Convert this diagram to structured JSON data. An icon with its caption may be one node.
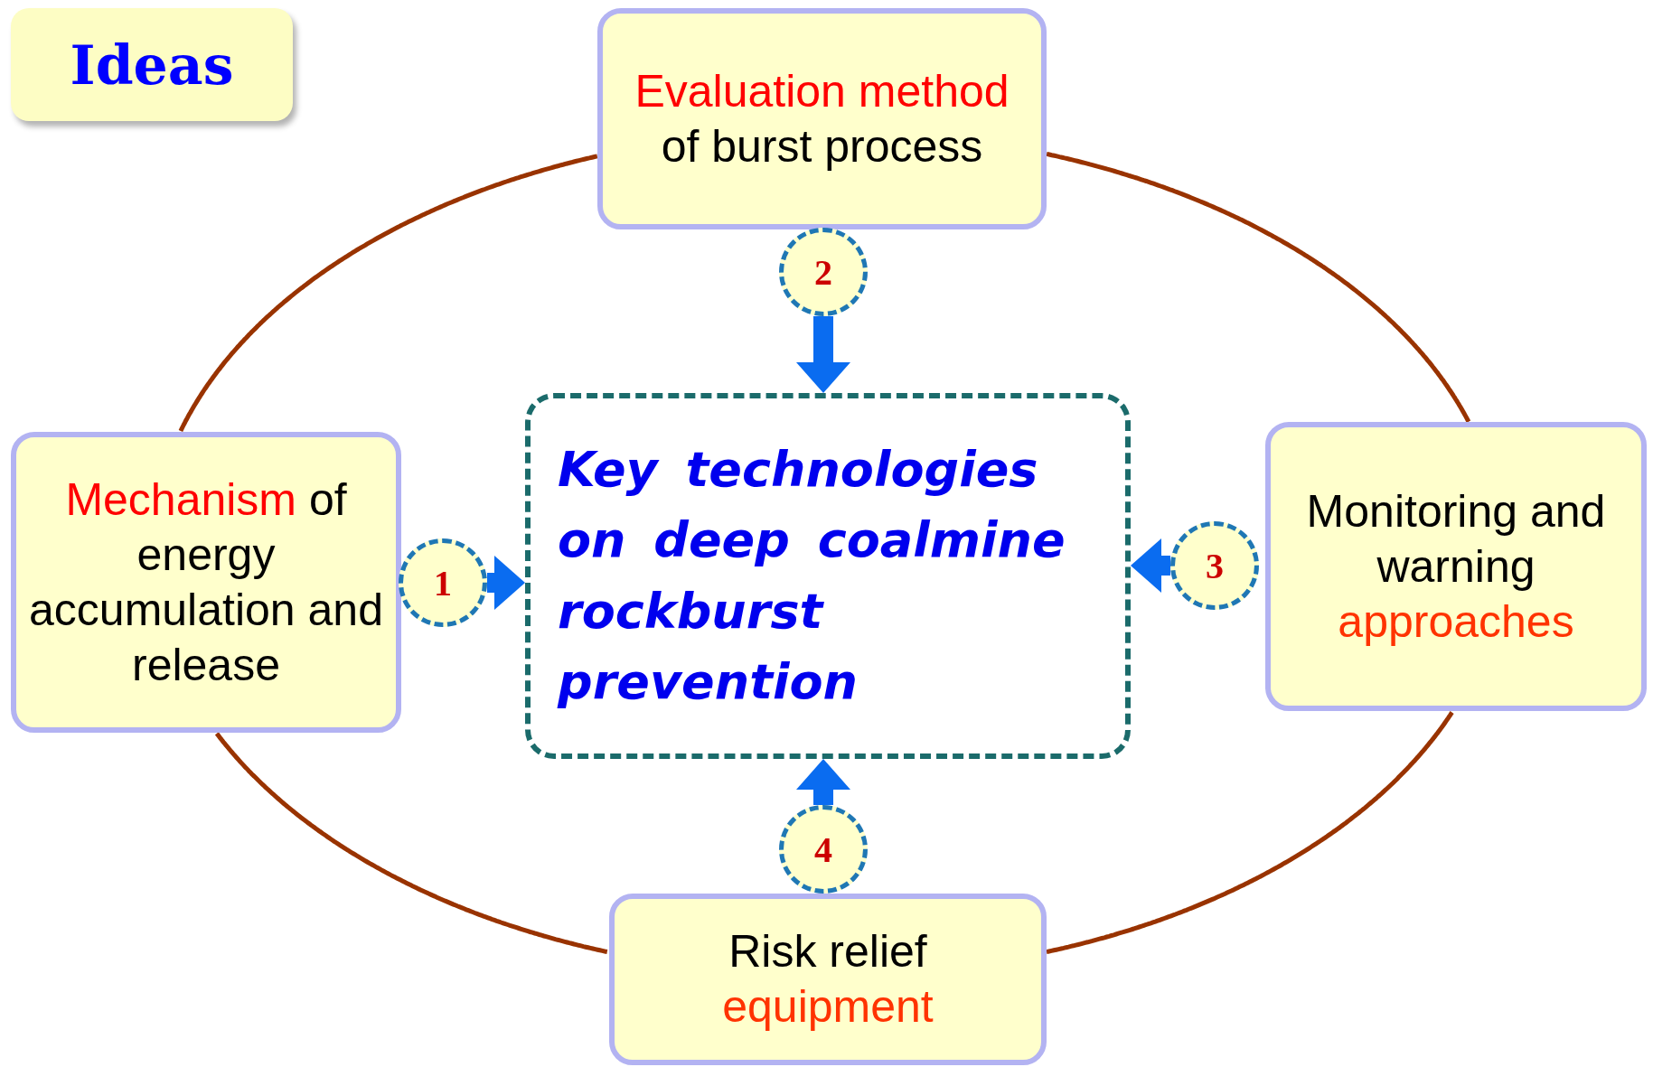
{
  "diagram": {
    "nodes": [
      {
        "text": [
          "Ideas"
        ]
      },
      {
        "text": [
          "Evaluation method",
          "of burst process"
        ]
      },
      {
        "text": [
          "2"
        ]
      },
      {
        "text": [
          "Mechanism",
          "of energy accumulation and release"
        ]
      },
      {
        "text": [
          "1"
        ]
      },
      {
        "text": [
          "Key technologies on deep coalmine rockburst prevention"
        ]
      },
      {
        "text": [
          "3"
        ]
      },
      {
        "text": [
          "Monitoring and warning",
          "approaches"
        ]
      },
      {
        "text": [
          "4"
        ]
      },
      {
        "text": [
          "Risk relief",
          "equipment"
        ]
      }
    ],
    "edges": [
      {
        "from": 4,
        "to": 5,
        "arrow": "to",
        "style": "thick",
        "color": "#0a6cf0"
      },
      {
        "from": 2,
        "to": 5,
        "arrow": "to",
        "style": "thick",
        "color": "#0a6cf0"
      },
      {
        "from": 6,
        "to": 5,
        "arrow": "to",
        "style": "thick",
        "color": "#0a6cf0"
      },
      {
        "from": 8,
        "to": 5,
        "arrow": "to",
        "style": "thick",
        "color": "#0a6cf0"
      },
      {
        "from": 1,
        "to": 7,
        "arrow": "none",
        "color": "#993300"
      },
      {
        "from": 7,
        "to": 9,
        "arrow": "none",
        "color": "#993300"
      },
      {
        "from": 9,
        "to": 3,
        "arrow": "none",
        "color": "#993300"
      },
      {
        "from": 3,
        "to": 1,
        "arrow": "none",
        "color": "#993300"
      }
    ]
  }
}
